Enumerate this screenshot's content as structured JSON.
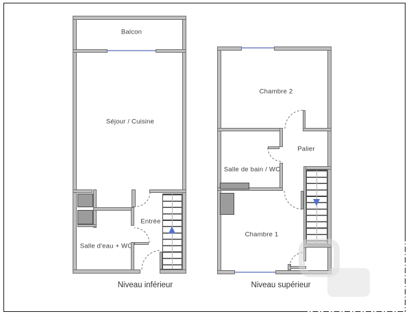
{
  "document": {
    "type": "floor-plan",
    "background": "#ffffff"
  },
  "colors": {
    "wall_fill": "#bfbfbf",
    "wall_edge": "#6f6f6f",
    "fixture_fill": "#9c9c9c",
    "window_blue": "#97a2d6",
    "stairs_arrow_blue": "#5372cf",
    "text": "#3c3c3c",
    "frame": "#1a1a1a",
    "watermark_grey": "#d8d8d8"
  },
  "lower_plan": {
    "caption": "Niveau inférieur",
    "rooms": {
      "balcon": "Balcon",
      "sejour": "Séjour / Cuisine",
      "entree": "Entrée",
      "salle_eau": "Salle d'eau + WC"
    },
    "stairs": {
      "direction": "up",
      "icon": "up-arrow"
    }
  },
  "upper_plan": {
    "caption": "Niveau supérieur",
    "rooms": {
      "chambre2": "Chambre 2",
      "palier": "Palier",
      "salle_bain": "Salle de bain / WC",
      "chambre1": "Chambre 1"
    },
    "stairs": {
      "direction": "down",
      "icon": "down-arrow"
    }
  }
}
